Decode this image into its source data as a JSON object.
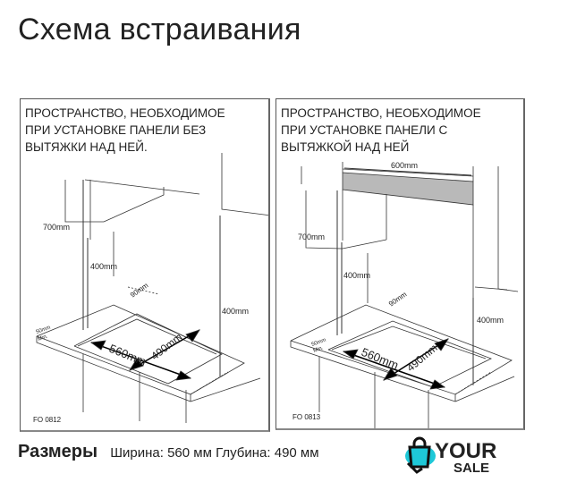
{
  "title": "Схема встраивания",
  "panels": [
    {
      "caption": [
        "ПРОСТРАНСТВО, НЕОБХОДИМОЕ",
        "ПРИ УСТАНОВКЕ ПАНЕЛИ БЕЗ",
        "ВЫТЯЖКИ НАД НЕЙ."
      ],
      "labels": {
        "h700": "700mm",
        "h400a": "400mm",
        "h400b": "400mm",
        "d50": "50mm",
        "min": "Min.",
        "d90": "90mm",
        "w560": "560mm",
        "d490": "490mm"
      },
      "code": "FO 0812"
    },
    {
      "caption": [
        "ПРОСТРАНСТВО, НЕОБХОДИМОЕ",
        "ПРИ УСТАНОВКЕ ПАНЕЛИ С",
        "ВЫТЯЖКОЙ НАД НЕЙ"
      ],
      "labels": {
        "w600": "600mm",
        "h700": "700mm",
        "h400a": "400mm",
        "h400b": "400mm",
        "d50": "50mm",
        "min": "Min.",
        "d90": "90mm",
        "w560": "560mm",
        "d490": "490mm"
      },
      "code": "FO 0813"
    }
  ],
  "footer": {
    "label": "Размеры",
    "width": "Ширина: 560 мм",
    "depth": "Глубина: 490 мм"
  },
  "logo": {
    "top": "YOUR",
    "bottom": "SALE",
    "accent": "#1ec8d8"
  }
}
